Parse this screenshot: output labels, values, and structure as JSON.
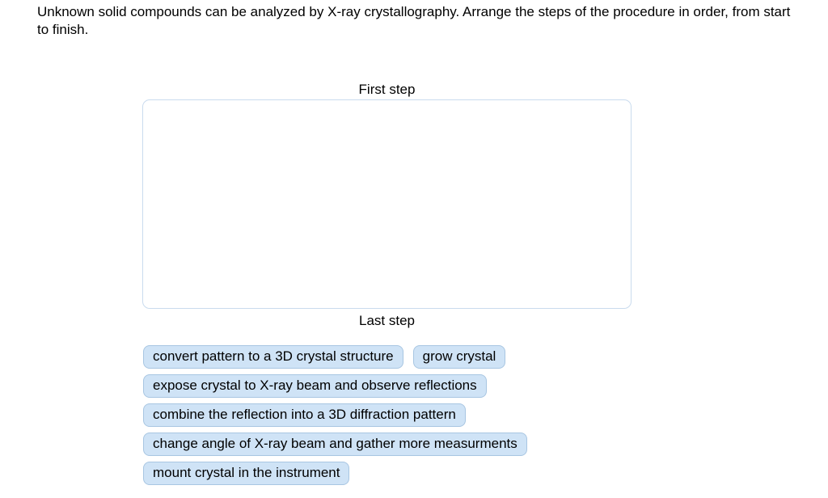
{
  "question": {
    "text": "Unknown solid compounds can be analyzed by X-ray crystallography. Arrange the steps of the procedure in order, from start to finish."
  },
  "sequence": {
    "first_label": "First step",
    "last_label": "Last step"
  },
  "chips": [
    "convert pattern to a 3D crystal structure",
    "grow crystal",
    "expose crystal to X-ray beam and observe reflections",
    "combine the reflection into a 3D diffraction pattern",
    "change angle of X-ray beam and gather more measurments",
    "mount crystal in the instrument"
  ],
  "colors": {
    "chip_background": "#cfe3f6",
    "chip_border": "#a8c6e2",
    "dropzone_border": "#c9dbee",
    "text": "#000000"
  }
}
